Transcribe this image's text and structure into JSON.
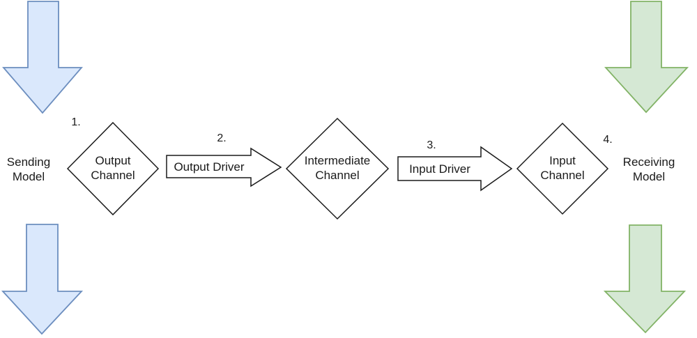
{
  "diagram": {
    "title_implicit": "Model-to-model communication channel flow",
    "numbers": {
      "n1": "1.",
      "n2": "2.",
      "n3": "3.",
      "n4": "4."
    },
    "nodes": {
      "sending_model": "Sending Model",
      "output_channel": "Output Channel",
      "output_driver": "Output Driver",
      "intermediate_channel": "Intermediate Channel",
      "input_driver": "Input Driver",
      "input_channel": "Input Channel",
      "receiving_model": "Receiving Model"
    },
    "colors": {
      "background": "#ffffff",
      "blue_arrow_fill": "#dae8fc",
      "blue_arrow_stroke": "#6c8ebf",
      "green_arrow_fill": "#d5e8d4",
      "green_arrow_stroke": "#82b366",
      "shape_fill": "#ffffff",
      "shape_stroke": "#1a1a1a",
      "text": "#1a1a1a"
    }
  }
}
